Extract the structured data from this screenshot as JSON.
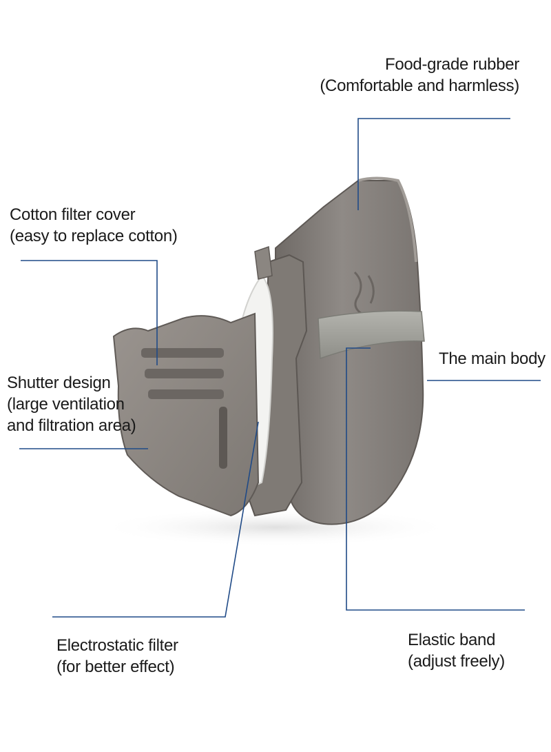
{
  "labels": {
    "food_grade": {
      "line1": "Food-grade rubber",
      "line2": "(Comfortable and harmless)"
    },
    "cotton_cover": {
      "line1": "Cotton filter cover",
      "line2": "(easy to replace cotton)"
    },
    "shutter": {
      "line1": "Shutter design",
      "line2": "(large ventilation",
      "line3": "and filtration area)"
    },
    "main_body": {
      "line1": "The main body"
    },
    "electrostatic": {
      "line1": "Electrostatic filter",
      "line2": "(for better effect)"
    },
    "elastic_band": {
      "line1": "Elastic band",
      "line2": "(adjust freely)"
    }
  },
  "colors": {
    "leader_line": "#1f4a87",
    "mask_gray": "#8a8580",
    "band_gray": "#a3a39d",
    "filter_white": "#f4f4f2",
    "background": "#ffffff"
  }
}
